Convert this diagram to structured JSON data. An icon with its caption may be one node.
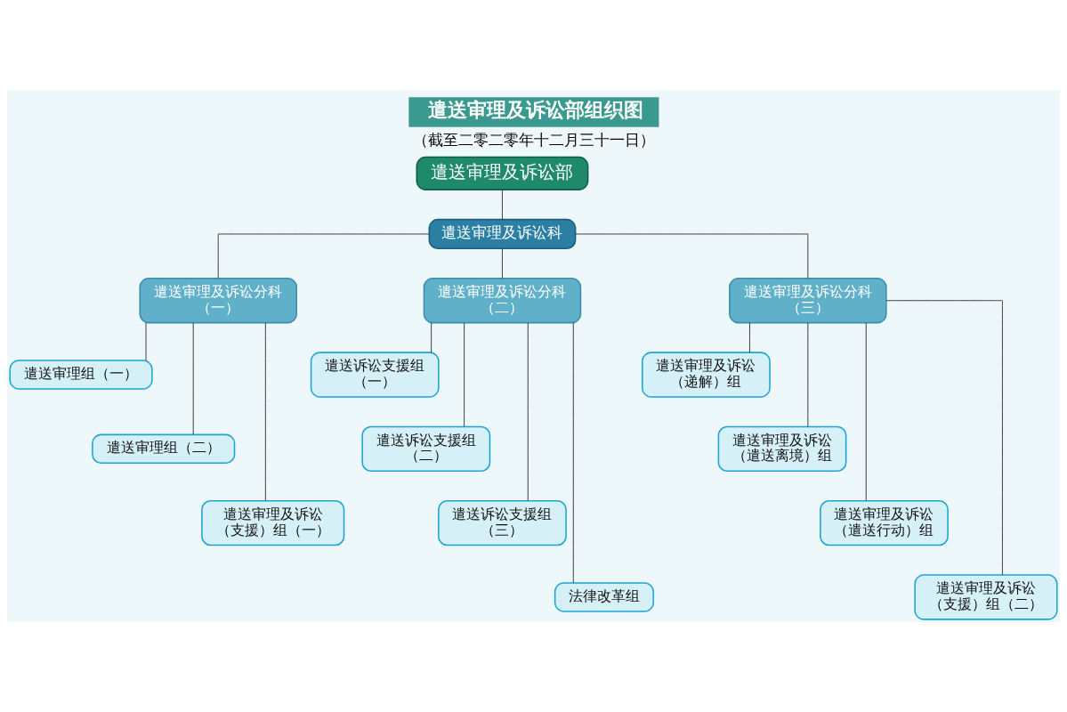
{
  "diagram": {
    "title": "遣送审理及诉讼部组织图",
    "caption": "（截至二零二零年十二月三十一日）",
    "nodes": [
      {
        "text": [
          "遣送审理及诉讼部"
        ]
      },
      {
        "text": [
          "遣送审理及诉讼科"
        ]
      },
      {
        "text": [
          "遣送审理及诉讼分科（一）"
        ]
      },
      {
        "text": [
          "遣送审理及诉讼分科（二）"
        ]
      },
      {
        "text": [
          "遣送审理及诉讼分科（三）"
        ]
      },
      {
        "text": [
          "遣送审理组（一）"
        ]
      },
      {
        "text": [
          "遣送审理组（二）"
        ]
      },
      {
        "text": [
          "遣送审理及诉讼（支援）组（一）"
        ]
      },
      {
        "text": [
          "遣送诉讼支援组（一）"
        ]
      },
      {
        "text": [
          "遣送诉讼支援组（二）"
        ]
      },
      {
        "text": [
          "遣送诉讼支援组（三）"
        ]
      },
      {
        "text": [
          "法律改革组"
        ]
      },
      {
        "text": [
          "遣送审理及诉讼（递解）组"
        ]
      },
      {
        "text": [
          "遣送审理及诉讼（遣送离境）组"
        ]
      },
      {
        "text": [
          "遣送审理及诉讼（遣送行动）组"
        ]
      },
      {
        "text": [
          "遣送审理及诉讼（支援）组（二）"
        ]
      }
    ],
    "edges": [
      {
        "from": 0,
        "to": 1,
        "arrow": "none"
      },
      {
        "from": 1,
        "to": 2,
        "arrow": "none"
      },
      {
        "from": 1,
        "to": 3,
        "arrow": "none"
      },
      {
        "from": 1,
        "to": 4,
        "arrow": "none"
      },
      {
        "from": 2,
        "to": 5,
        "arrow": "none"
      },
      {
        "from": 2,
        "to": 6,
        "arrow": "none"
      },
      {
        "from": 2,
        "to": 7,
        "arrow": "none"
      },
      {
        "from": 3,
        "to": 8,
        "arrow": "none"
      },
      {
        "from": 3,
        "to": 9,
        "arrow": "none"
      },
      {
        "from": 3,
        "to": 10,
        "arrow": "none"
      },
      {
        "from": 3,
        "to": 11,
        "arrow": "none"
      },
      {
        "from": 4,
        "to": 12,
        "arrow": "none"
      },
      {
        "from": 4,
        "to": 13,
        "arrow": "none"
      },
      {
        "from": 4,
        "to": 14,
        "arrow": "none"
      },
      {
        "from": 4,
        "to": 15,
        "arrow": "none"
      }
    ]
  }
}
